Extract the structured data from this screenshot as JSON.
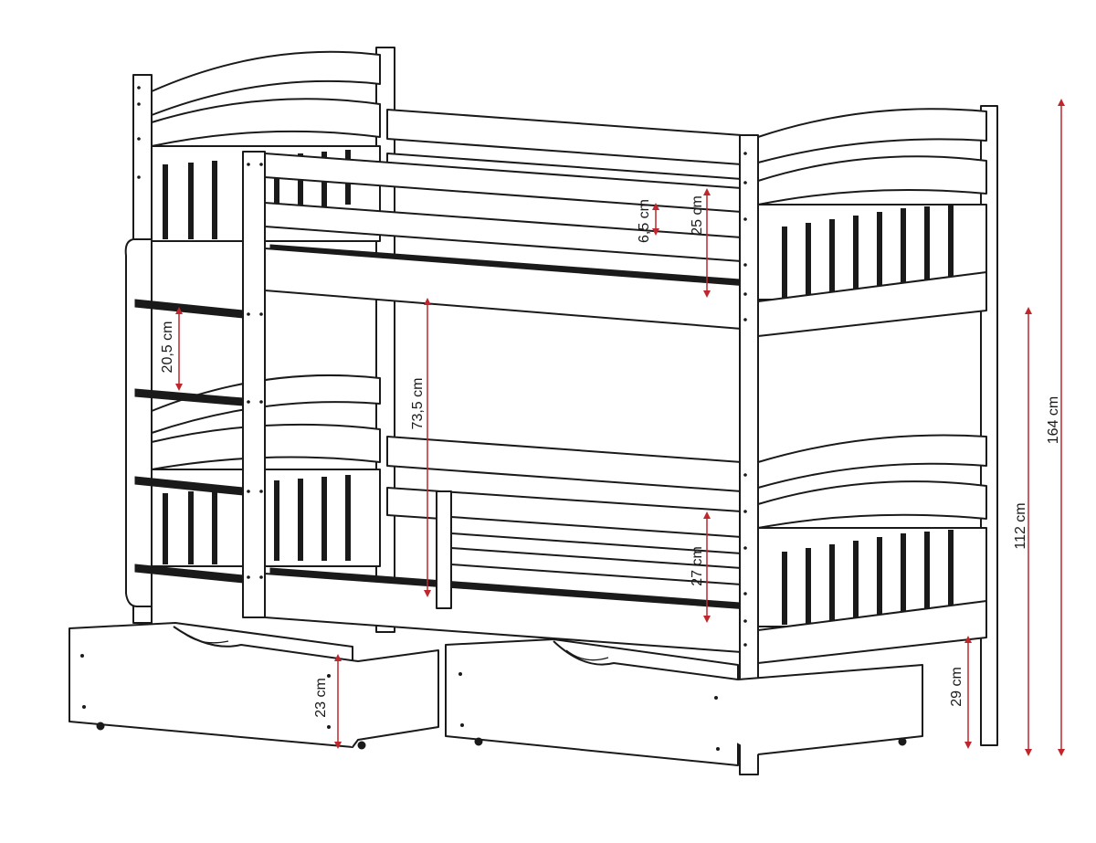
{
  "dimensions": {
    "guard_rail_gap": "6,5 cm",
    "upper_guard_height": "25 cm",
    "ladder_step_spacing": "20,5 cm",
    "clearance_between_beds": "73,5 cm",
    "lower_guard_height": "27 cm",
    "drawer_height": "23 cm",
    "under_bed_clearance": "29 cm",
    "lower_frame_height": "112 cm",
    "total_height": "164 cm"
  },
  "colors": {
    "outline": "#1a1a1a",
    "dimension_line": "#c0272d",
    "background": "#ffffff"
  }
}
